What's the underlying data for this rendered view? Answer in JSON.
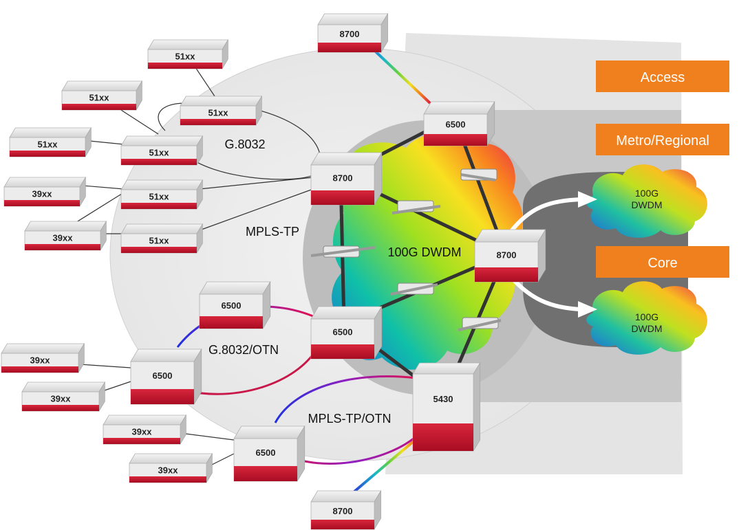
{
  "zones": {
    "access": "Access",
    "metro": "Metro/Regional",
    "core": "Core"
  },
  "protocols": {
    "g8032": "G.8032",
    "mpls_tp": "MPLS-TP",
    "g8032_otn": "G.8032/OTN",
    "mpls_tp_otn": "MPLS-TP/OTN",
    "dwdm_ring": "100G DWDM"
  },
  "clouds": {
    "upper": {
      "line1": "100G",
      "line2": "DWDM"
    },
    "lower": {
      "line1": "100G",
      "line2": "DWDM"
    }
  },
  "devices": {
    "top_8700": "8700",
    "a_51xx_1": "51xx",
    "a_51xx_2": "51xx",
    "a_51xx_3": "51xx",
    "a_51xx_4": "51xx",
    "a_51xx_5": "51xx",
    "a_51xx_6": "51xx",
    "a_51xx_7": "51xx",
    "a_39xx_1": "39xx",
    "a_39xx_2": "39xx",
    "a_39xx_3": "39xx",
    "a_39xx_4": "39xx",
    "a_39xx_5": "39xx",
    "a_39xx_6": "39xx",
    "m_8700_left": "8700",
    "m_6500_top": "6500",
    "m_8700_right": "8700",
    "m_6500_bottom": "6500",
    "m_5430": "5430",
    "a_6500_upper": "6500",
    "a_6500_mid": "6500",
    "a_6500_low": "6500",
    "bottom_8700": "8700"
  },
  "colors": {
    "accent_orange": "#F07F1E",
    "device_red": "#C8102E",
    "metro_gray": "#C8C8C8",
    "core_gray": "#6E6E6E"
  }
}
